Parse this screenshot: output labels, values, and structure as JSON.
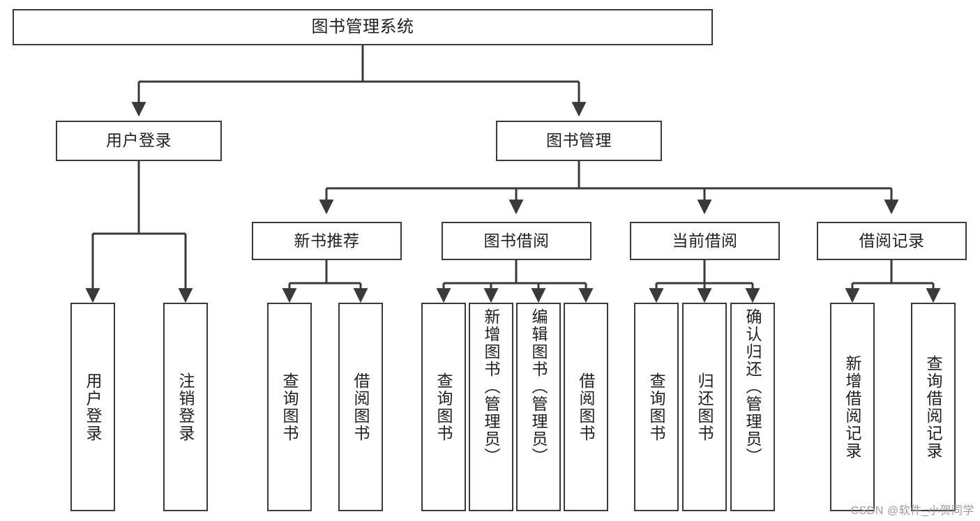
{
  "diagram": {
    "title": "图书管理系统",
    "type": "hierarchy-tree",
    "colors": {
      "background": "#ffffff",
      "box_border": "#3a3a3a",
      "box_fill": "#ffffff",
      "connector": "#3a3a3a",
      "text": "#1f1f1f",
      "watermark": "#9b9b9b"
    },
    "root": {
      "label": "图书管理系统"
    },
    "level1": [
      {
        "label": "用户登录"
      },
      {
        "label": "图书管理"
      }
    ],
    "level2": [
      {
        "label": "新书推荐"
      },
      {
        "label": "图书借阅"
      },
      {
        "label": "当前借阅"
      },
      {
        "label": "借阅记录"
      }
    ],
    "leaves": {
      "user_login": [
        {
          "label": "用户登录"
        },
        {
          "label": "注销登录"
        }
      ],
      "new_book_recommend": [
        {
          "label": "查询图书"
        },
        {
          "label": "借阅图书"
        }
      ],
      "book_borrow": [
        {
          "label": "查询图书"
        },
        {
          "label": "新增图书（管理员）"
        },
        {
          "label": "编辑图书（管理员）"
        },
        {
          "label": "借阅图书"
        }
      ],
      "current_borrow": [
        {
          "label": "查询图书"
        },
        {
          "label": "归还图书"
        },
        {
          "label": "确认归还（管理员）"
        }
      ],
      "borrow_record": [
        {
          "label": "新增借阅记录"
        },
        {
          "label": "查询借阅记录"
        }
      ]
    }
  },
  "watermark": {
    "text": "CSDN @软件_小贺同学"
  }
}
